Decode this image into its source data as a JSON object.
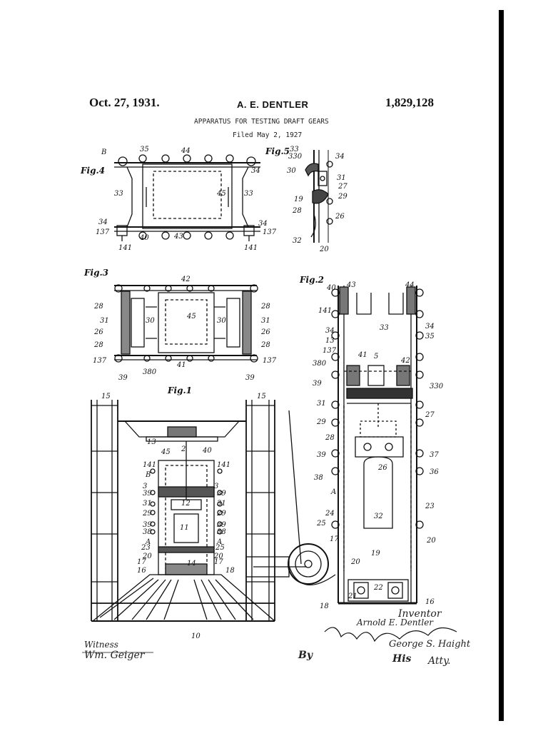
{
  "header": {
    "date": "Oct. 27, 1931.",
    "inventor_name": "A. E. DENTLER",
    "patent_number": "1,829,128"
  },
  "subheader": {
    "title": "APPARATUS FOR TESTING DRAFT GEARS",
    "filed": "Filed May 2, 1927"
  },
  "figures": {
    "fig4": "Fig.4",
    "fig5": "Fig.5",
    "fig3": "Fig.3",
    "fig2": "Fig.2",
    "fig1": "Fig.1"
  },
  "signatures": {
    "inventor_heading": "Inventor",
    "inventor_name": "Arnold E. Dentler",
    "attorney_name": "George S. Haight",
    "his": "His",
    "atty": "Atty.",
    "by": "By",
    "witness_heading": "Witness",
    "witness_name": "Wm. Geiger"
  },
  "reference_numerals": {
    "fig4": [
      "B",
      "35",
      "44",
      "34",
      "33",
      "45",
      "33",
      "34",
      "137",
      "40",
      "43",
      "141",
      "141",
      "137",
      "34"
    ],
    "fig5": [
      "33",
      "330",
      "34",
      "30",
      "31",
      "27",
      "19",
      "29",
      "28",
      "26",
      "32",
      "20"
    ],
    "fig3": [
      "42",
      "28",
      "45",
      "28",
      "31",
      "30",
      "30",
      "31",
      "26",
      "26",
      "28",
      "28",
      "137",
      "380",
      "41",
      "137",
      "39",
      "39"
    ],
    "fig2": [
      "40",
      "43",
      "44",
      "141",
      "34",
      "33",
      "34",
      "35",
      "13",
      "137",
      "41",
      "42",
      "380",
      "39",
      "5",
      "330",
      "31",
      "27",
      "29",
      "28",
      "37",
      "39",
      "26",
      "36",
      "38",
      "A",
      "32",
      "23",
      "24",
      "25",
      "17",
      "20",
      "19",
      "20",
      "21",
      "22",
      "16",
      "18"
    ],
    "fig1": [
      "15",
      "15",
      "13",
      "45",
      "2",
      "40",
      "141",
      "141",
      "B",
      "3",
      "3",
      "39",
      "39",
      "31",
      "31",
      "29",
      "29",
      "39",
      "39",
      "38",
      "38",
      "A",
      "A",
      "23",
      "25",
      "20",
      "20",
      "17",
      "17",
      "16",
      "18",
      "12",
      "11",
      "14",
      "10"
    ]
  }
}
